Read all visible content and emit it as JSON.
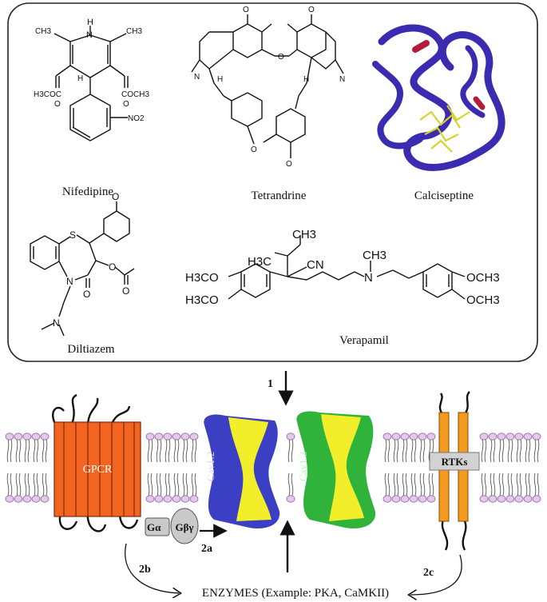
{
  "drugs": {
    "nifedipine": "Nifedipine",
    "tetrandrine": "Tetrandrine",
    "calciseptine": "Calciseptine",
    "diltiazem": "Diltiazem",
    "verapamil": "Verapamil"
  },
  "atoms": {
    "h": "H",
    "n": "N",
    "ch3": "CH3",
    "h3coc": "H3COC",
    "coch3": "COCH3",
    "o": "O",
    "no2": "NO2",
    "s": "S",
    "cn": "CN",
    "och3": "OCH3",
    "h3c": "H3C",
    "h3co": "H3CO",
    "h_dot": "H",
    "n_me": "N"
  },
  "steps": {
    "s1": "1",
    "s2a": "2a",
    "s2b": "2b",
    "s2c": "2c"
  },
  "membrane": {
    "gpcr": "GPCR",
    "rtks": "RTKs",
    "cav12": "Cav1.2",
    "cav13": "Cav1.3",
    "g_alpha": "Gα",
    "g_beta_gamma": "Gβγ"
  },
  "enzymes": "ENZYMES (Example: PKA, CaMKII)",
  "colors": {
    "cav12_outer": "#3a3fc4",
    "cav13_outer": "#2fb33a",
    "channel_inner": "#f2ee2a",
    "gpcr": "#f2641f",
    "rtk": "#f39a21",
    "lipid_head": "#e6c8ee",
    "protein_ribbon": "#3b2bb0",
    "disulfide": "#d8d22a"
  }
}
